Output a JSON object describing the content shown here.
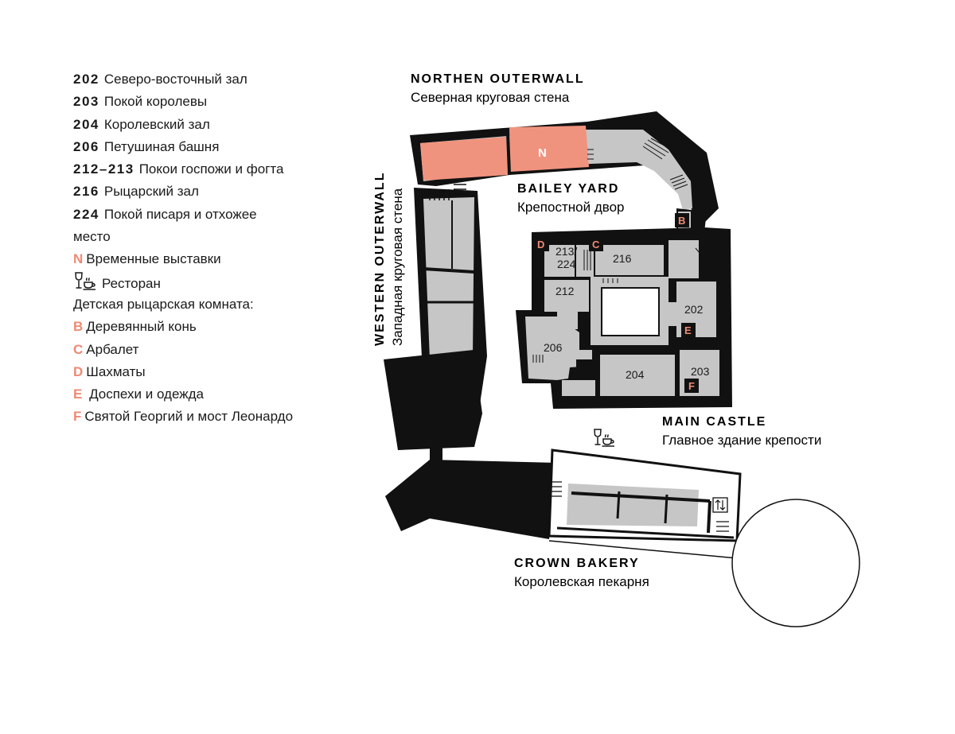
{
  "legend": {
    "rooms": [
      {
        "num": "202",
        "name": "Северо-восточный зал"
      },
      {
        "num": "203",
        "name": "Покой королевы"
      },
      {
        "num": "204",
        "name": "Королевский зал"
      },
      {
        "num": "206",
        "name": "Петушиная башня"
      },
      {
        "num": "212–213",
        "name": "Покои госпожи и фогта"
      },
      {
        "num": "216",
        "name": "Рыцарский зал"
      },
      {
        "num": "224",
        "name": "Покой писаря и отхожее"
      }
    ],
    "rooms_cont": "место",
    "exhibitions": {
      "key": "N",
      "label": "Временные выставки"
    },
    "restaurant": {
      "icon": "wine-coffee-icon",
      "label": "Ресторан"
    },
    "kids_title": "Детская рыцарская комната:",
    "kids": [
      {
        "key": "B",
        "label": "Деревянный конь"
      },
      {
        "key": "C",
        "label": "Арбалет"
      },
      {
        "key": "D",
        "label": "Шахматы"
      },
      {
        "key": "E",
        "label": " Доспехи и одежда"
      },
      {
        "key": "F",
        "label": "Святой Георгий и мост Леонардо"
      }
    ]
  },
  "areas": {
    "northern": {
      "title": "NORTHEN OUTERWALL",
      "subtitle": "Северная круговая стена"
    },
    "western": {
      "title": "WESTERN OUTERWALL",
      "subtitle": "Западная круговая стена"
    },
    "bailey": {
      "title": "BAILEY YARD",
      "subtitle": "Крепостной двор"
    },
    "main": {
      "title": "MAIN CASTLE",
      "subtitle": "Главное здание крепости"
    },
    "bakery": {
      "title": "CROWN BAKERY",
      "subtitle": "Королевская пекарня"
    }
  },
  "map": {
    "room_labels": {
      "r213": "213/",
      "r224": "224",
      "r216": "216",
      "r212": "212",
      "r202": "202",
      "r206": "206",
      "r204": "204",
      "r203": "203"
    },
    "markers": {
      "N": "N",
      "B": "B",
      "C": "C",
      "D": "D",
      "E": "E",
      "F": "F"
    },
    "icons": {
      "restaurant": "wine-coffee-icon",
      "elevator": "elevator-icon",
      "stairs": "stairs-icon"
    }
  },
  "colors": {
    "wall": "#111111",
    "floor": "#c6c6c6",
    "highlight": "#f0937e",
    "marker_text": "#f08b73",
    "text": "#1a1a1a"
  }
}
